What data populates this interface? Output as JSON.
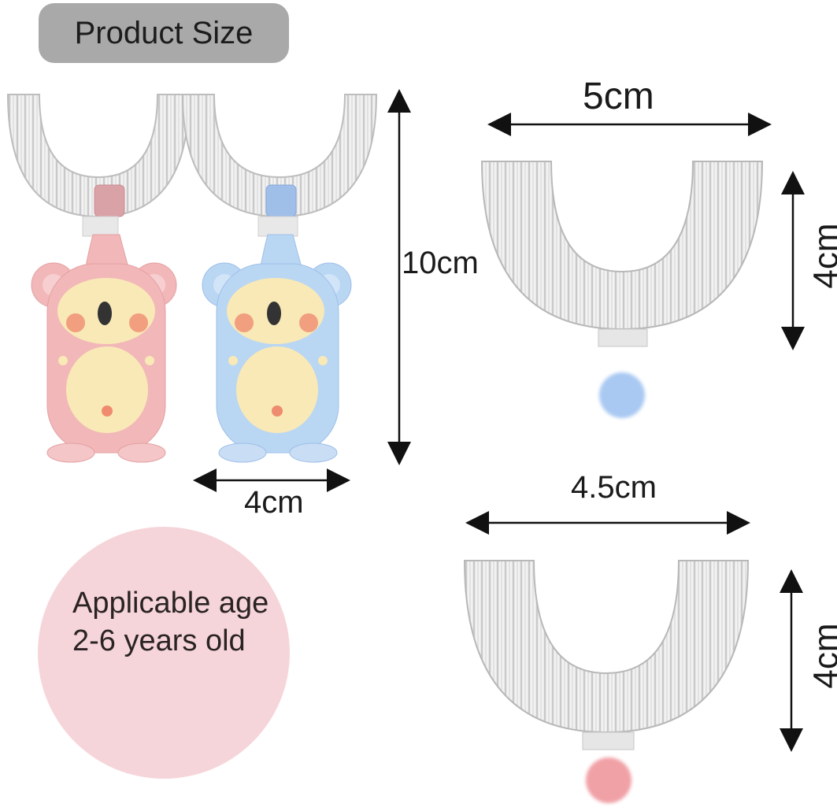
{
  "header": {
    "title": "Product Size"
  },
  "dimensions": {
    "brush_height": "10cm",
    "brush_width": "4cm",
    "large_head_width": "5cm",
    "large_head_height": "4cm",
    "small_head_width": "4.5cm",
    "small_head_height": "4cm"
  },
  "age_note": {
    "text": "Applicable age 2-6 years old"
  },
  "colors": {
    "badge_bg": "#a9a9a9",
    "age_circle": "#f6d5da",
    "pink_body": "#f2b7b8",
    "blue_body": "#b9d6f3",
    "face_yellow": "#f8e9b7",
    "blue_dot": "#a9c9f2",
    "pink_dot": "#f0a1a6"
  },
  "products": [
    {
      "name": "pink koala toothbrush",
      "color": "pink"
    },
    {
      "name": "blue koala toothbrush",
      "color": "blue"
    }
  ]
}
